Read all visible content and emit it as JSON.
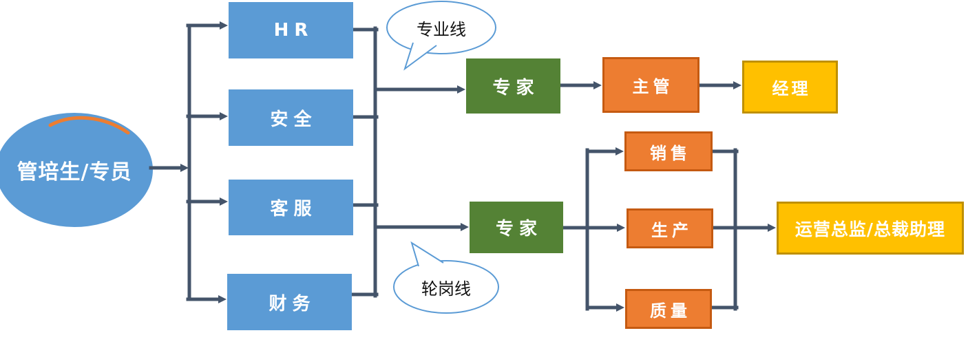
{
  "diagram": {
    "title": "career-path-flowchart",
    "start": {
      "label": "管培生/专员"
    },
    "departments": [
      {
        "label": "HR"
      },
      {
        "label": "安全"
      },
      {
        "label": "客服"
      },
      {
        "label": "财务"
      }
    ],
    "professional_line": {
      "callout": "专业线",
      "steps": [
        {
          "label": "专家"
        },
        {
          "label": "主管"
        },
        {
          "label": "经理"
        }
      ]
    },
    "rotation_line": {
      "callout": "轮岗线",
      "expert": {
        "label": "专家"
      },
      "rotations": [
        {
          "label": "销售"
        },
        {
          "label": "生产"
        },
        {
          "label": "质量"
        }
      ],
      "final": {
        "label": "运营总监/总裁助理"
      }
    },
    "colors": {
      "node_blue": "#5B9BD5",
      "node_green": "#548235",
      "node_orange": "#ED7D31",
      "node_orange_border": "#C55A11",
      "node_yellow": "#FFC000",
      "node_yellow_border": "#BF9000",
      "connector": "#44546A",
      "swoosh": "#ED7D31",
      "callout_border": "#5B9BD5"
    }
  }
}
